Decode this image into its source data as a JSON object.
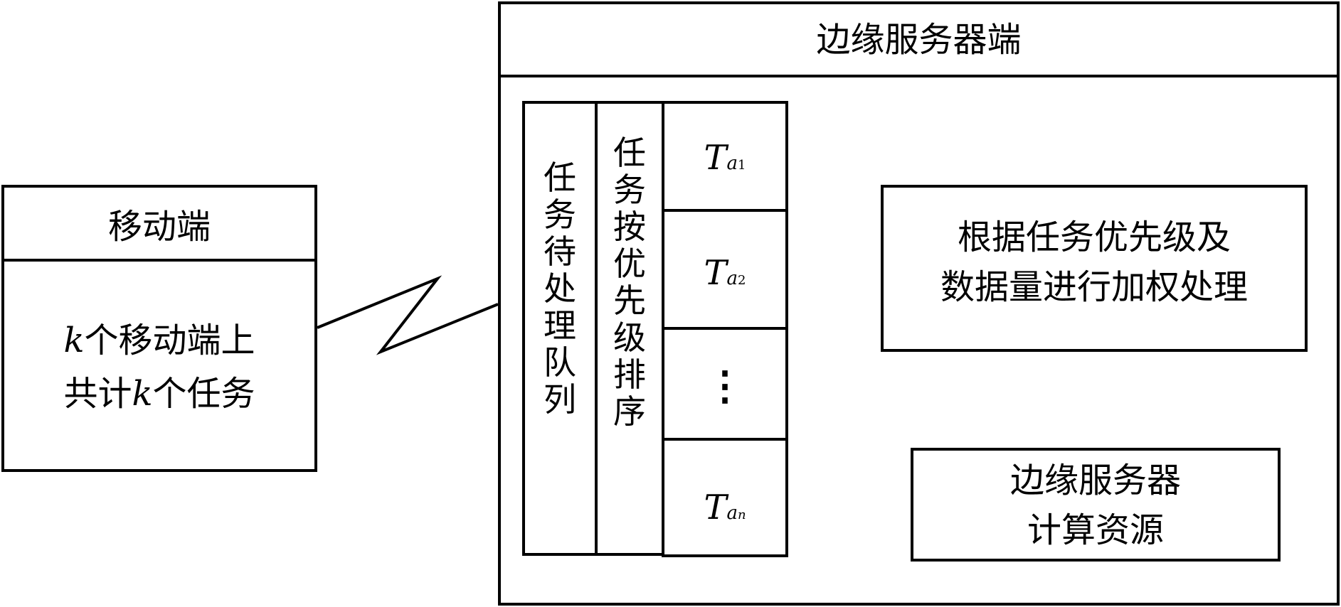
{
  "mobile": {
    "title": "移动端",
    "desc_line1": "k个移动端上",
    "desc_line2": "共计k个任务"
  },
  "server": {
    "title": "边缘服务器端",
    "queue_label": "任务待处理队列",
    "sort_label": "任务按优先级排序",
    "tasks": [
      {
        "base": "T",
        "sub": "a",
        "subsub": "1"
      },
      {
        "base": "T",
        "sub": "a",
        "subsub": "2"
      },
      {
        "ellipsis": "⋮"
      },
      {
        "base": "T",
        "sub": "a",
        "subsub": "n"
      }
    ],
    "weight_line1": "根据任务优先级及",
    "weight_line2": "数据量进行加权处理",
    "resource_line1": "边缘服务器",
    "resource_line2": "计算资源"
  }
}
